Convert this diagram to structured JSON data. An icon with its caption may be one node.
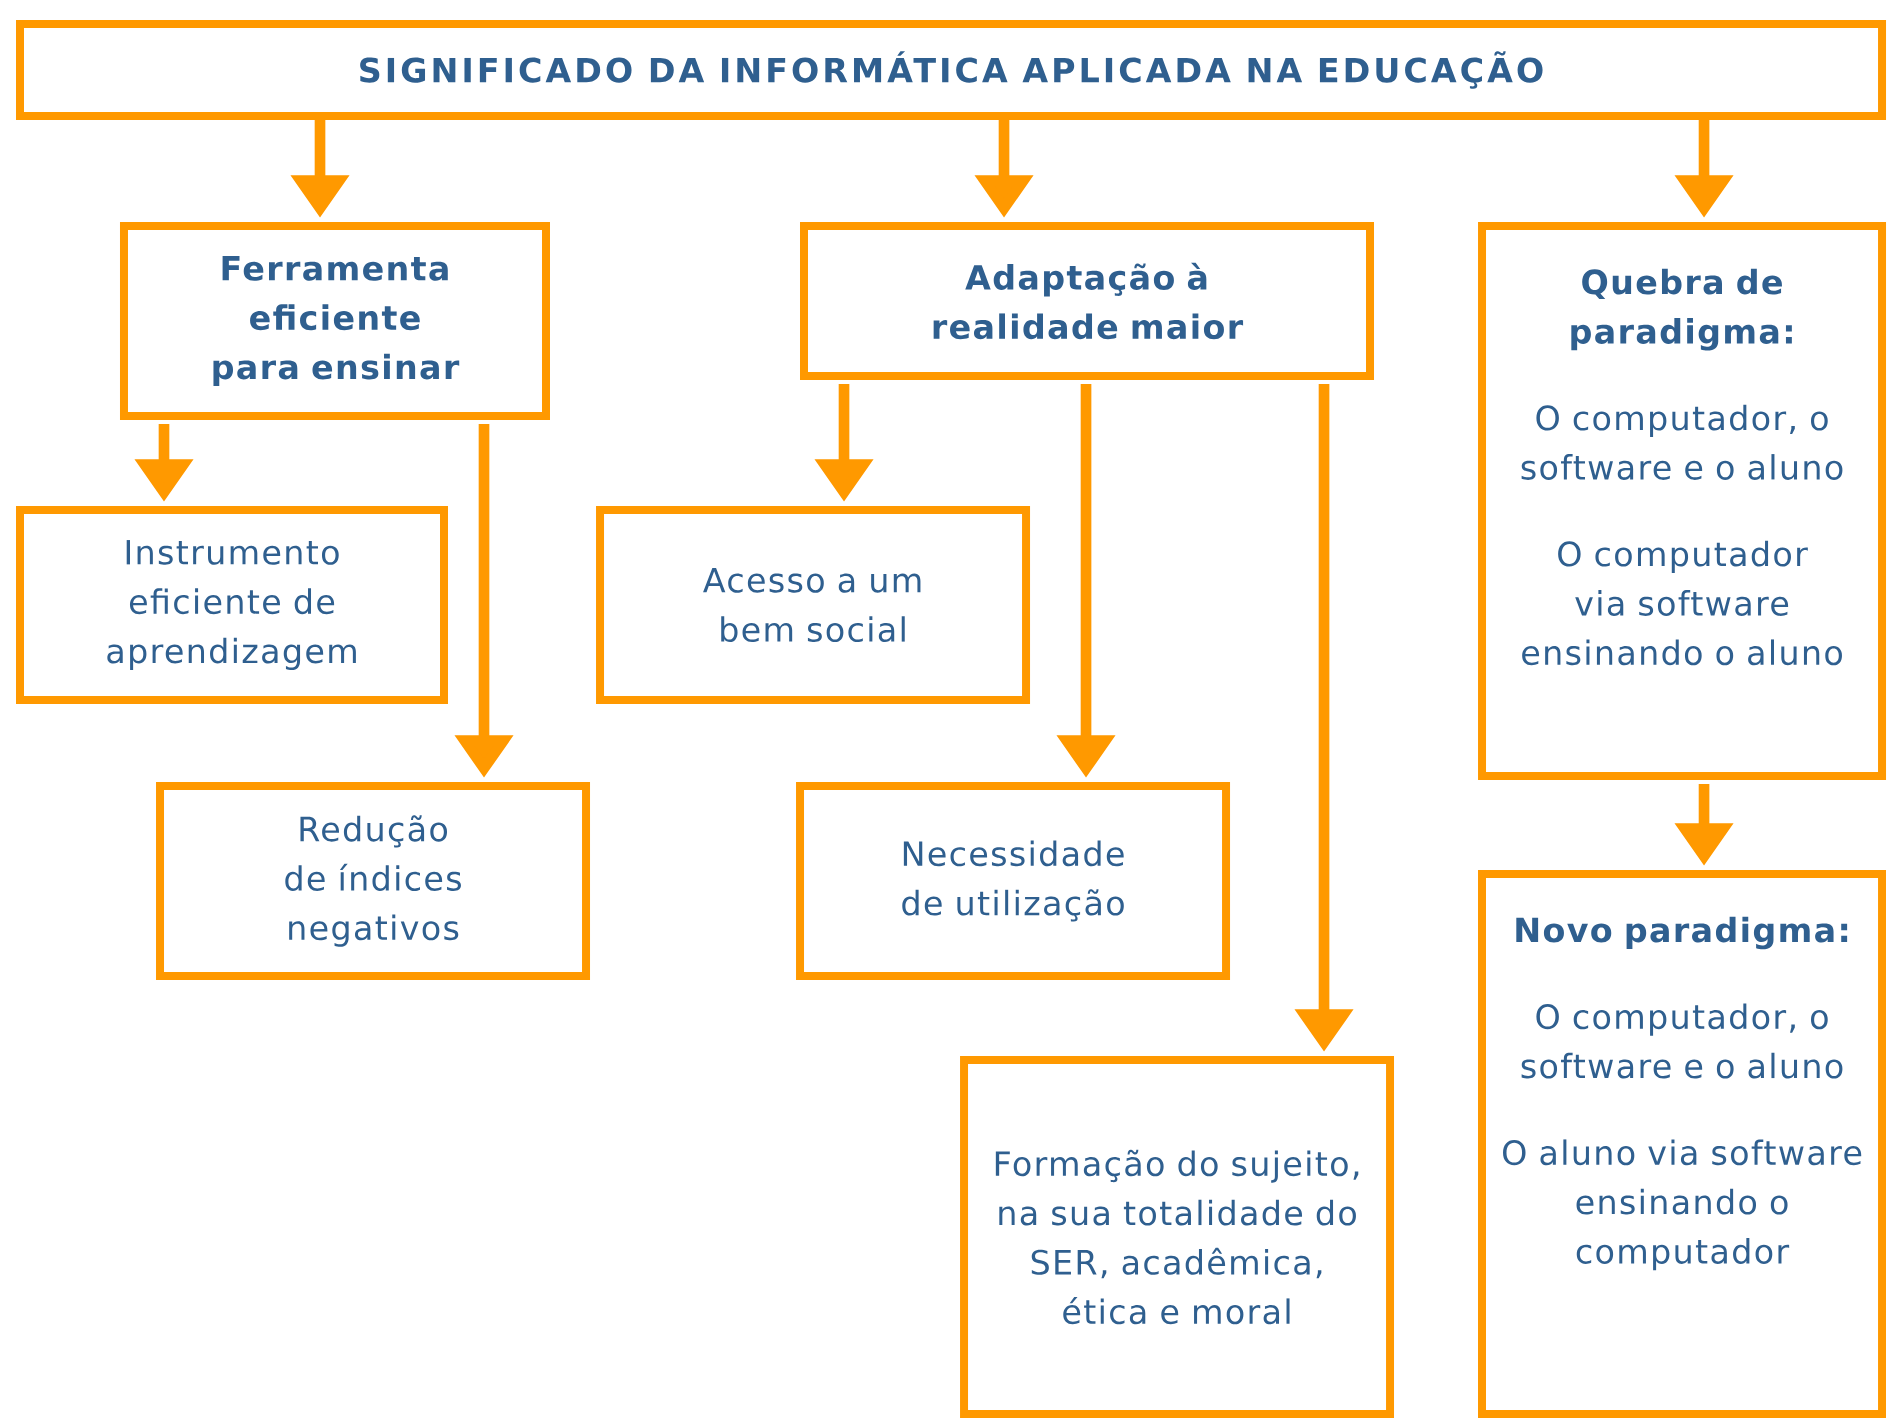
{
  "diagram": {
    "title": "SIGNIFICADO DA INFORMÁTICA APLICADA NA EDUCAÇÃO",
    "nodes": [
      {
        "text": [
          "Ferramenta eficiente para ensinar"
        ]
      },
      {
        "text": [
          "Adaptação à realidade maior"
        ]
      },
      {
        "text": [
          "Quebra de paradigma:",
          "O computador, o software e o aluno",
          "O computador via software ensinando o aluno"
        ]
      },
      {
        "text": [
          "Instrumento eficiente de aprendizagem"
        ]
      },
      {
        "text": [
          "Redução de índices negativos"
        ]
      },
      {
        "text": [
          "Acesso a um bem social"
        ]
      },
      {
        "text": [
          "Necessidade de utilização"
        ]
      },
      {
        "text": [
          "Formação do sujeito, na sua totalidade do SER, acadêmica, ética e moral"
        ]
      },
      {
        "text": [
          "Novo paradigma:",
          "O computador, o software e o aluno",
          "O aluno via software ensinando o computador"
        ]
      }
    ],
    "edges": [
      {
        "from": null,
        "to": 0,
        "arrow": "to"
      },
      {
        "from": null,
        "to": 1,
        "arrow": "to"
      },
      {
        "from": null,
        "to": 2,
        "arrow": "to"
      },
      {
        "from": 0,
        "to": 3,
        "arrow": "to"
      },
      {
        "from": 0,
        "to": 4,
        "arrow": "to"
      },
      {
        "from": 1,
        "to": 5,
        "arrow": "to"
      },
      {
        "from": 1,
        "to": 6,
        "arrow": "to"
      },
      {
        "from": 1,
        "to": 7,
        "arrow": "to"
      },
      {
        "from": 2,
        "to": 8,
        "arrow": "to"
      }
    ]
  }
}
